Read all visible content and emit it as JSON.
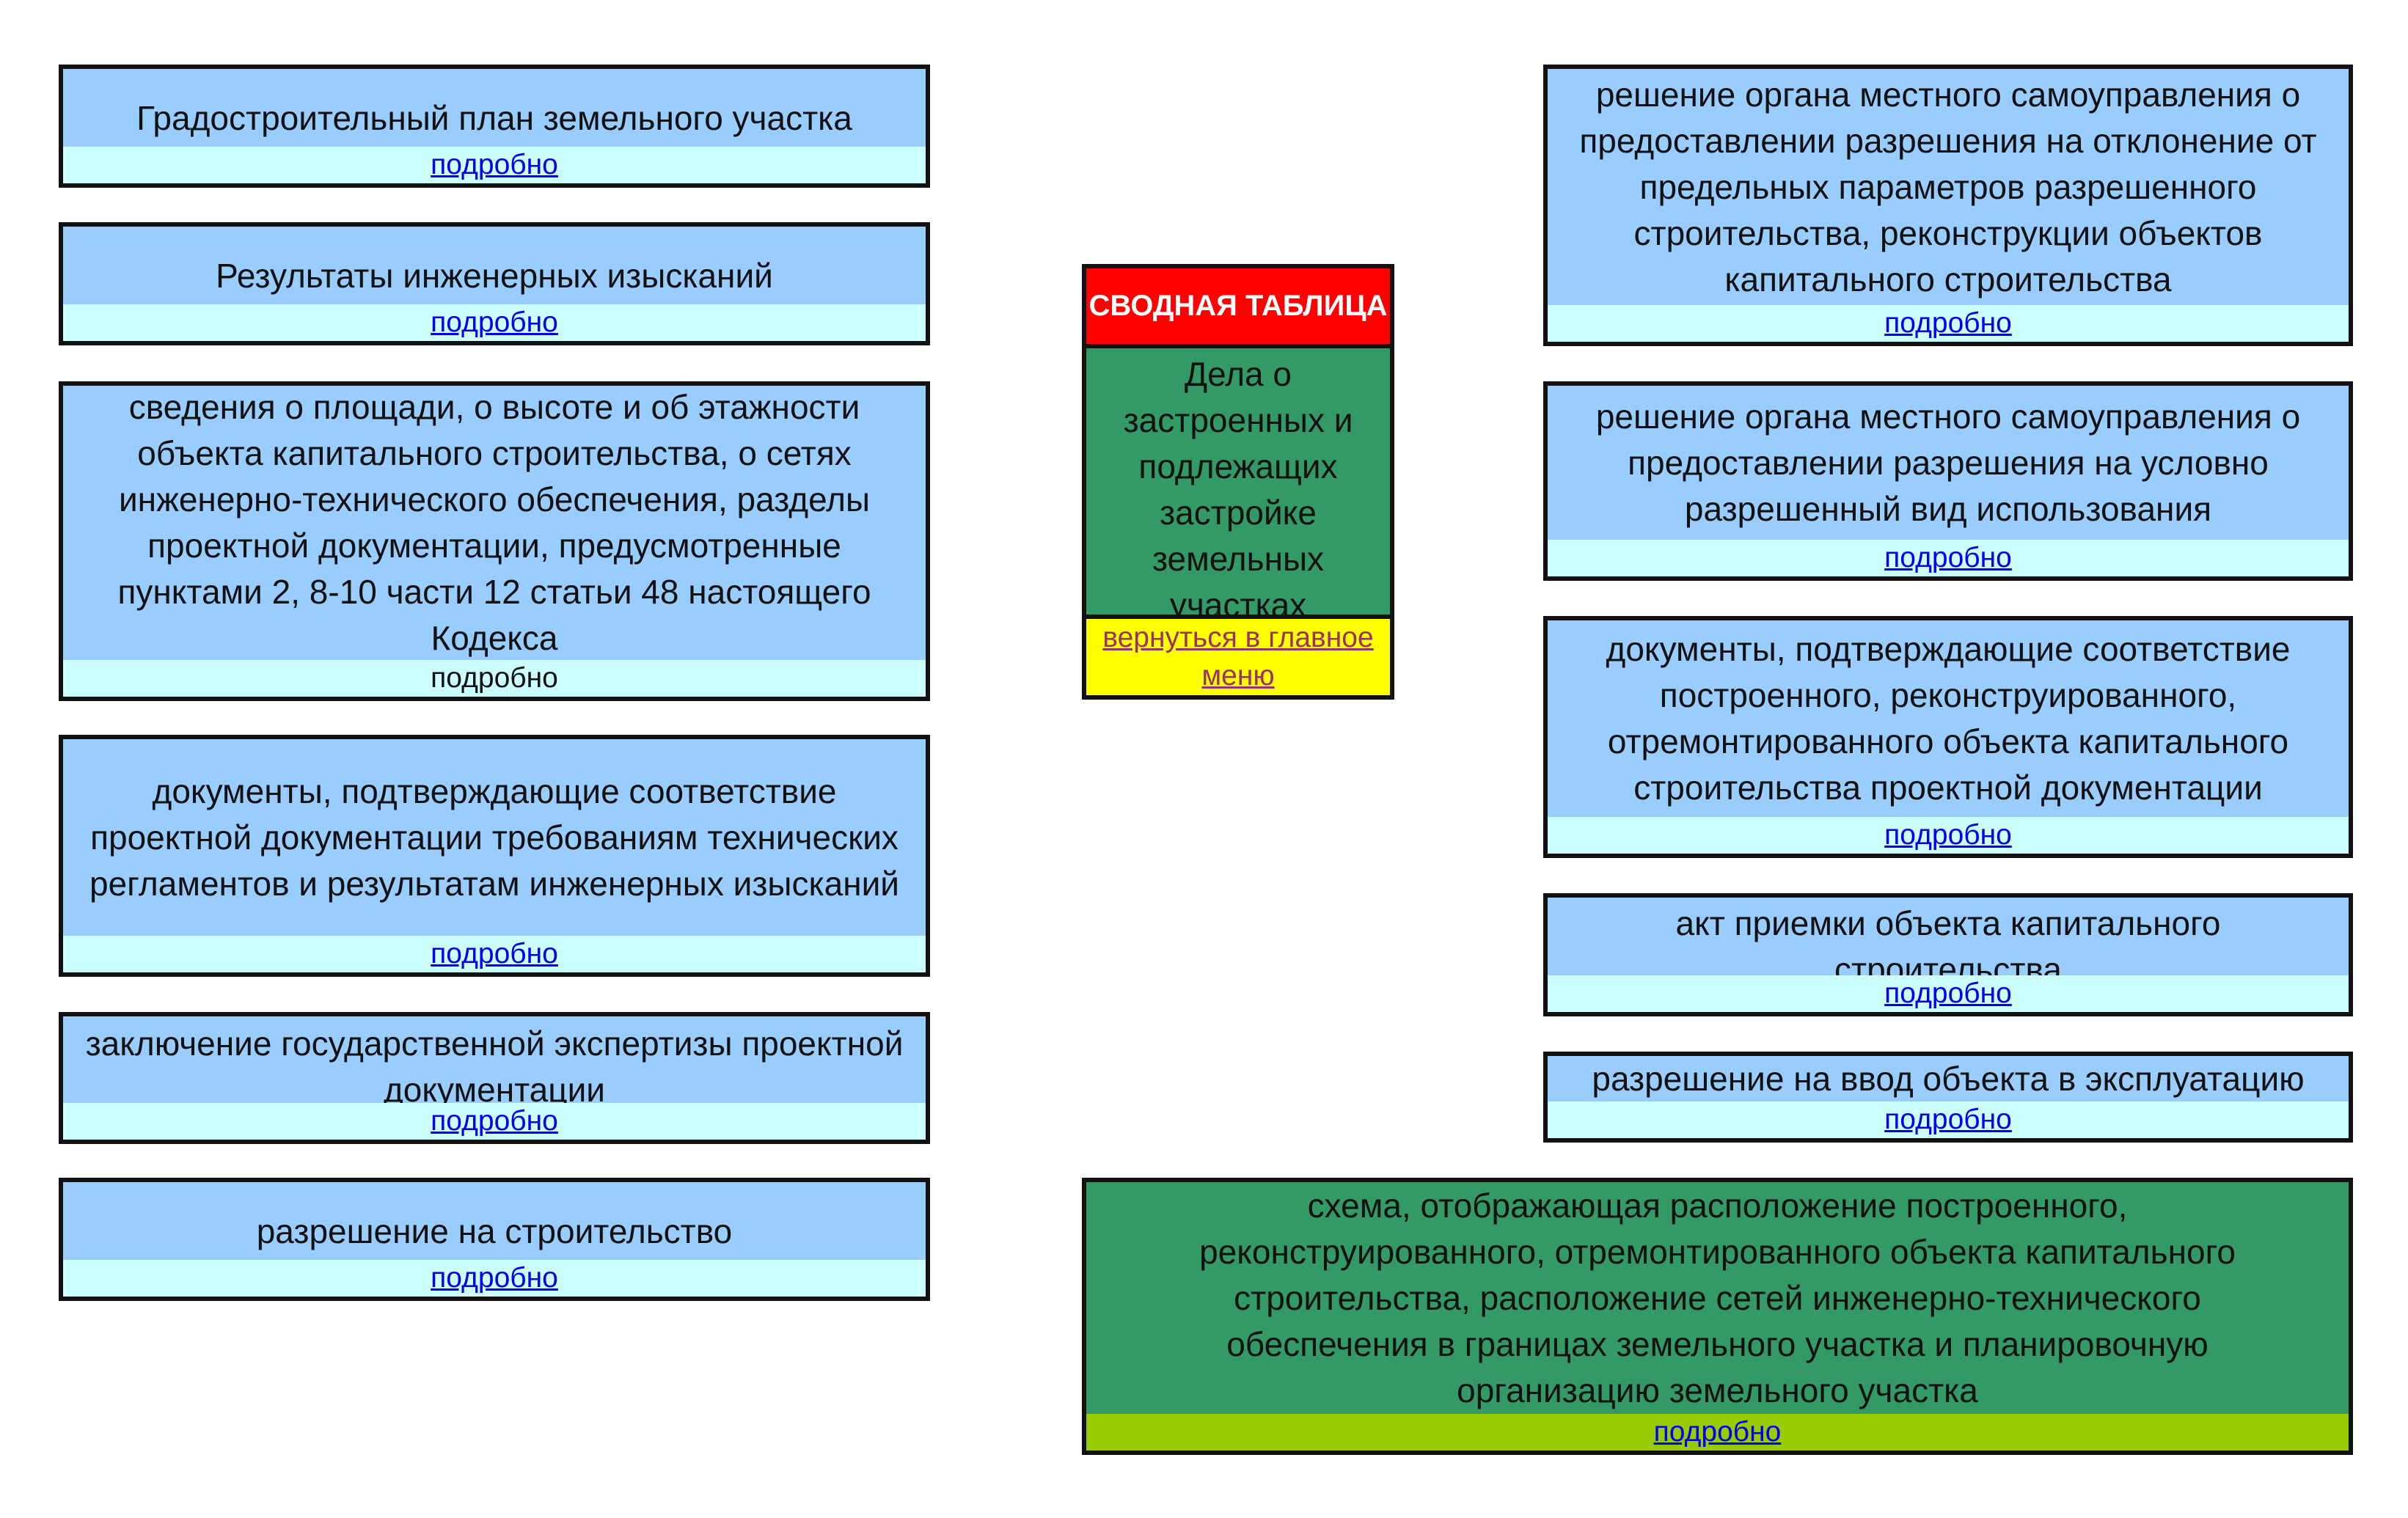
{
  "summary": {
    "header": "СВОДНАЯ ТАБЛИЦА",
    "body": "Дела о застроенных и подлежащих застройке земельных участках",
    "back_link": "вернуться в главное меню"
  },
  "left_boxes": [
    {
      "text": "Градостроительный план земельного участка",
      "link": "подробно"
    },
    {
      "text": "Результаты инженерных изысканий",
      "link": "подробно"
    },
    {
      "text": "сведения о площади, о высоте и об этажности объекта капитального строительства, о сетях инженерно-технического обеспечения, разделы проектной документации, предусмотренные пунктами 2, 8-10 части 12 статьи 48 настоящего Кодекса",
      "link": "подробно"
    },
    {
      "text": "документы, подтверждающие соответствие проектной документации требованиям технических регламентов и результатам инженерных изысканий",
      "link": "подробно"
    },
    {
      "text": "заключение государственной экспертизы проектной документации",
      "link": "подробно"
    },
    {
      "text": "разрешение на строительство",
      "link": "подробно"
    }
  ],
  "right_boxes": [
    {
      "text": "решение органа местного самоуправления о предоставлении разрешения на отклонение от предельных параметров разрешенного строительства, реконструкции объектов капитального строительства",
      "link": "подробно"
    },
    {
      "text": "решение органа местного самоуправления о предоставлении разрешения на условно разрешенный вид использования",
      "link": "подробно"
    },
    {
      "text": "документы, подтверждающие соответствие построенного, реконструированного, отремонтированного объекта капитального строительства проектной документации",
      "link": "подробно"
    },
    {
      "text": "акт приемки объекта капитального строительства",
      "link": "подробно"
    },
    {
      "text": "разрешение на ввод объекта в эксплуатацию",
      "link": "подробно"
    }
  ],
  "bottom_box": {
    "text": "схема, отображающая расположение построенного, реконструированного, отремонтированного объекта капитального строительства, расположение сетей инженерно-технического обеспечения в границах земельного участка и планировочную организацию земельного участка",
    "link": "подробно"
  },
  "colors": {
    "box_fill": "#99ccff",
    "link_strip": "#ccffff",
    "summary_header": "#ff0000",
    "summary_body": "#339966",
    "summary_back": "#ffff00",
    "bottom_fill": "#339966",
    "bottom_strip": "#99cc00"
  }
}
